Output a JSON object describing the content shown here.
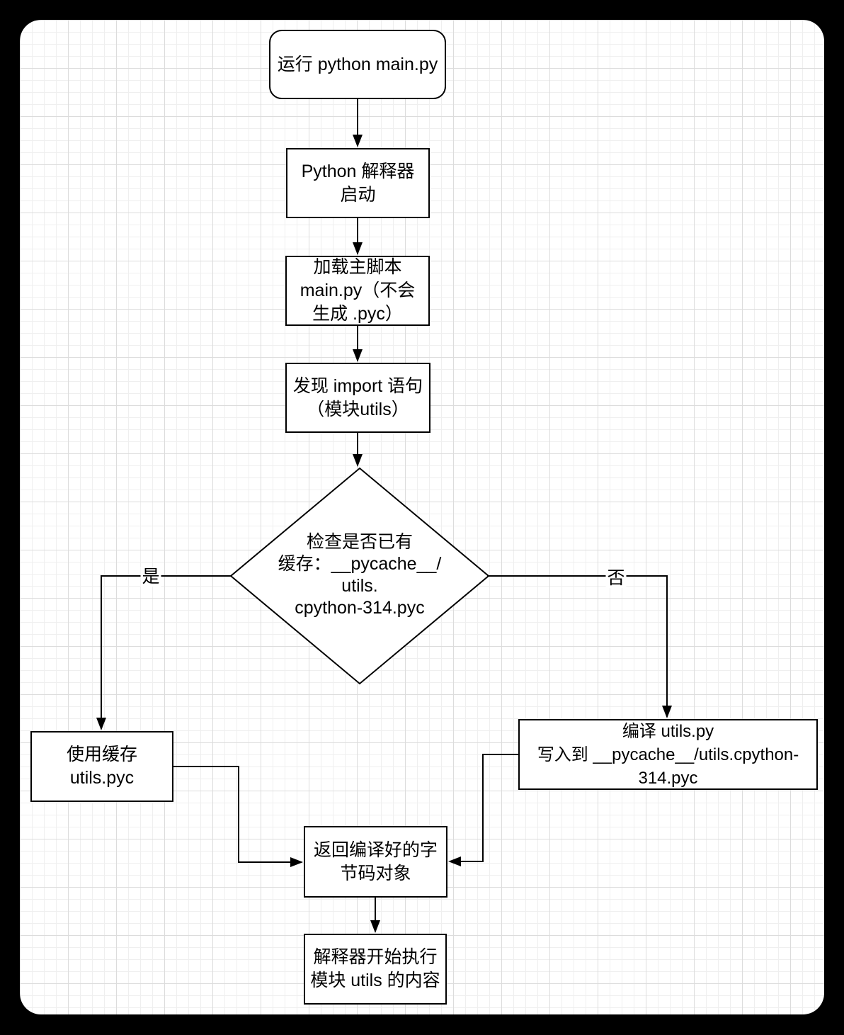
{
  "colors": {
    "page_border": "#000000",
    "canvas_background": "#ffffff",
    "grid_minor": "#efefef",
    "grid_major": "#dcdcdc",
    "shape_stroke": "#000000",
    "shape_fill": "#ffffff",
    "text": "#000000"
  },
  "nodes": {
    "start": {
      "shape": "rounded-rectangle",
      "lines": [
        "运行 python main.py"
      ]
    },
    "interpreter": {
      "shape": "rectangle",
      "lines": [
        "Python 解释器",
        "启动"
      ]
    },
    "load_main": {
      "shape": "rectangle",
      "lines": [
        "加载主脚本",
        "main.py（不会",
        "生成 .pyc）"
      ]
    },
    "find_import": {
      "shape": "rectangle",
      "lines": [
        "发现 import 语句",
        "（模块utils）"
      ]
    },
    "check_cache": {
      "shape": "diamond",
      "lines": [
        "检查是否已有",
        "缓存：__pycache__/",
        "utils.",
        "cpython-314.pyc"
      ]
    },
    "use_cache": {
      "shape": "rectangle",
      "lines": [
        "使用缓存",
        "utils.pyc"
      ]
    },
    "compile": {
      "shape": "rectangle",
      "lines": [
        "编译 utils.py",
        "写入到 __pycache__/utils.cpython-",
        "314.pyc"
      ]
    },
    "return_bytecode": {
      "shape": "rectangle",
      "lines": [
        "返回编译好的字",
        "节码对象"
      ]
    },
    "execute": {
      "shape": "rectangle",
      "lines": [
        "解释器开始执行",
        "模块 utils 的内容"
      ]
    }
  },
  "edge_labels": {
    "yes": "是",
    "no": "否"
  }
}
